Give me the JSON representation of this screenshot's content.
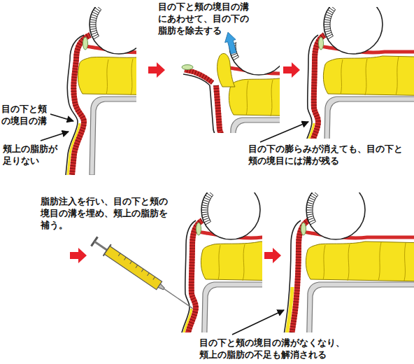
{
  "diagram": {
    "labels": [
      "目の下と頬の境目の溝",
      "頬上の脂肪が足りない",
      "目の下と頬の境目の溝にあわせて、目の下の脂肪を除去する",
      "目の下の膨らみが消えても、目の下と頬の境目には溝が残る",
      "脂肪注入を行い、目の下と頬の境目の溝を埋め、頬上の脂肪を補う。",
      "目の下と頬の境目の溝がなくなり、頬上の脂肪の不足も解消される"
    ]
  }
}
